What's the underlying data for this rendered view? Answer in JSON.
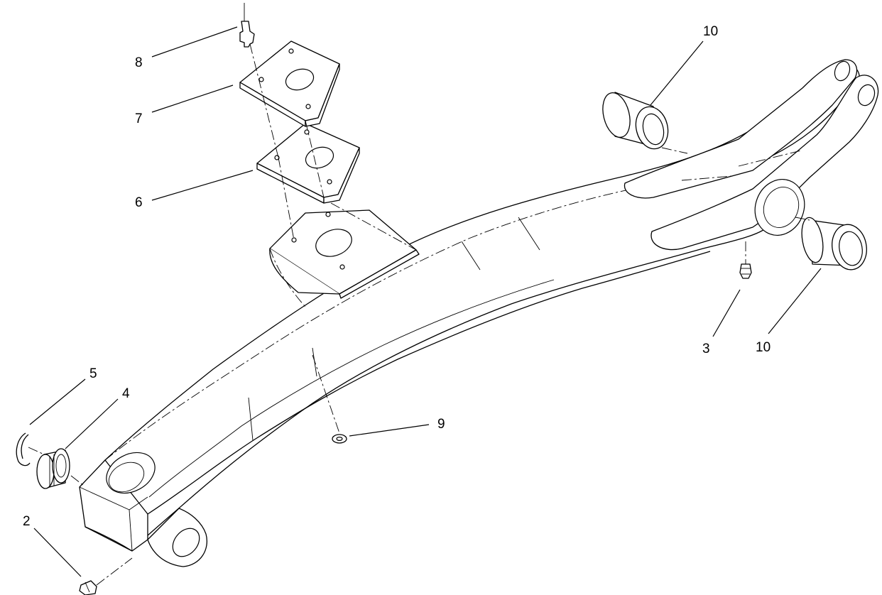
{
  "callouts": [
    {
      "id": "c2",
      "text": "2"
    },
    {
      "id": "c3",
      "text": "3"
    },
    {
      "id": "c4",
      "text": "4"
    },
    {
      "id": "c5",
      "text": "5"
    },
    {
      "id": "c6",
      "text": "6"
    },
    {
      "id": "c7",
      "text": "7"
    },
    {
      "id": "c8",
      "text": "8"
    },
    {
      "id": "c9",
      "text": "9"
    },
    {
      "id": "c10a",
      "text": "10"
    },
    {
      "id": "c10b",
      "text": "10"
    }
  ]
}
